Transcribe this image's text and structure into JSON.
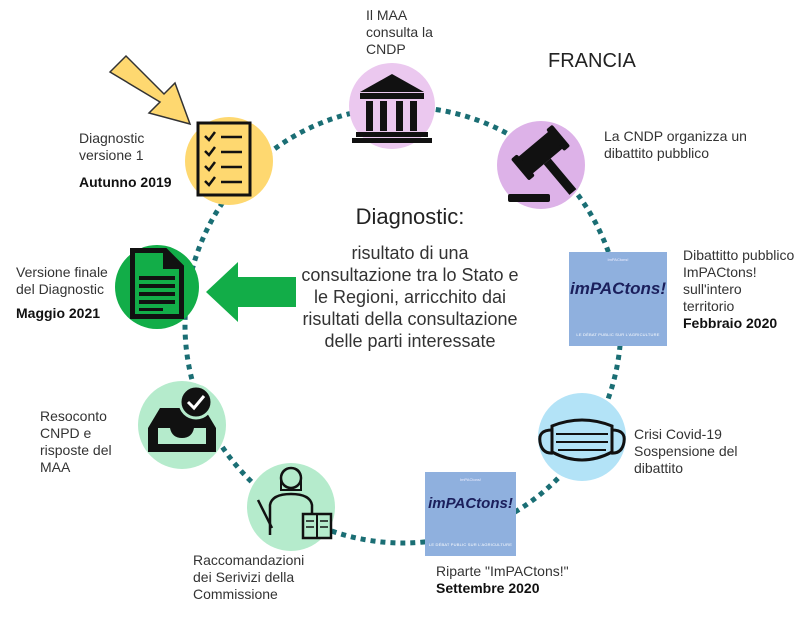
{
  "country": "FRANCIA",
  "center": {
    "title": "Diagnostic:",
    "text": "risultato di una consultazione tra lo Stato e le Regioni, arricchito dai risultati della consultazione delle parti interessate"
  },
  "steps": {
    "maa": {
      "text": "Il MAA consulta la CNDP",
      "color": "#ebc8ef",
      "icon": "building-icon"
    },
    "cndp": {
      "text": "La CNDP organizza un dibattito pubblico",
      "color": "#ddb2e8",
      "icon": "gavel-icon"
    },
    "debate": {
      "text": "Dibattitto pubblico ImPACtons! sull'intero territorio",
      "date": "Febbraio 2020",
      "icon": "impactons-poster"
    },
    "covid": {
      "text": "Crisi Covid-19 Sospensione del dibattito",
      "color": "#b3e3f7",
      "icon": "mask-icon"
    },
    "restart": {
      "text": "Riparte \"ImPACtons!\"",
      "date": "Settembre 2020",
      "icon": "impactons-poster"
    },
    "recommend": {
      "text": "Raccomandazioni dei Serivizi della Commissione",
      "color": "#b5ebcc",
      "icon": "teacher-icon"
    },
    "report": {
      "text": "Resoconto CNPD e risposte del MAA",
      "color": "#b5ebcc",
      "icon": "inbox-check-icon"
    },
    "final": {
      "text": "Versione finale del Diagnostic",
      "date": "Maggio 2021",
      "color": "#12ad48",
      "icon": "document-icon"
    },
    "v1": {
      "text": "Diagnostic versione 1",
      "date": "Autunno 2019",
      "color": "#fed870",
      "icon": "checklist-icon"
    }
  },
  "poster": {
    "top_text": "ImPACtons!",
    "word": "imPACtons!",
    "foot": "LE DÉBAT PUBLIC SUR L'AGRICULTURE"
  },
  "colors": {
    "ring": "#1a6e74",
    "yellow_arrow": "#fed870",
    "green_arrow": "#12ad48"
  }
}
